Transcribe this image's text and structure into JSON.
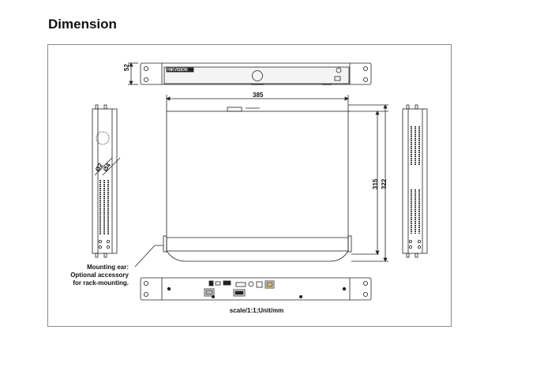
{
  "title": "Dimension",
  "brand": "HIKVISION",
  "dimensions": {
    "height": "52",
    "width": "385",
    "depth_inner": "315",
    "depth_outer": "322",
    "hole_small": "Ø2",
    "hole_large": "Ø4"
  },
  "note": {
    "line1": "Mounting ear:",
    "line2": "Optional accessory",
    "line3": "for rack-mounting."
  },
  "scale_text": "scale/1:1;Unit/mm"
}
